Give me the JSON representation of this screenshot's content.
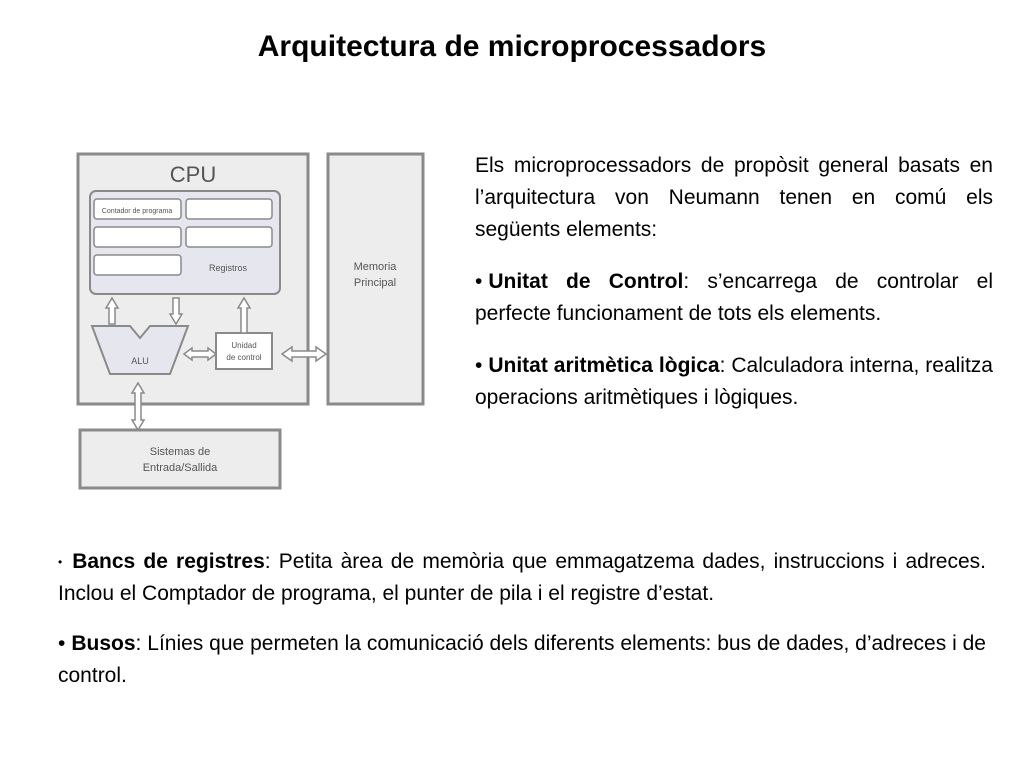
{
  "title": "Arquitectura de microprocessadors",
  "diagram": {
    "cpu_label": "CPU",
    "program_counter_label": "Contador de programa",
    "registers_label": "Registros",
    "alu_label": "ALU",
    "control_unit_label_line1": "Unidad",
    "control_unit_label_line2": "de control",
    "memory_label_line1": "Memoria",
    "memory_label_line2": "Principal",
    "io_label_line1": "Sistemas de",
    "io_label_line2": "Entrada/Sallida"
  },
  "intro": "Els microprocessadors de propòsit general basats en l’arquitectura von Neumann tenen en comú els següents elements:",
  "items": [
    {
      "bullet": "•",
      "term": "Unitat de Control",
      "desc": ": s’encarrega de controlar el perfecte funcionament de tots els elements."
    },
    {
      "bullet": "•",
      "term": "Unitat aritmètica lògica",
      "desc": ": Calculadora interna, realitza operacions aritmètiques i lògiques."
    },
    {
      "bullet": "•",
      "term": "Bancs de registres",
      "desc": ":  Petita àrea de memòria que emmagatzema dades, instruccions i adreces. Inclou el Comptador de programa, el punter de pila  i el registre d’estat."
    },
    {
      "bullet": "•",
      "term": "Busos",
      "desc": ": Línies que permeten la comunicació dels diferents elements: bus de dades,  d’adreces i de control."
    }
  ]
}
